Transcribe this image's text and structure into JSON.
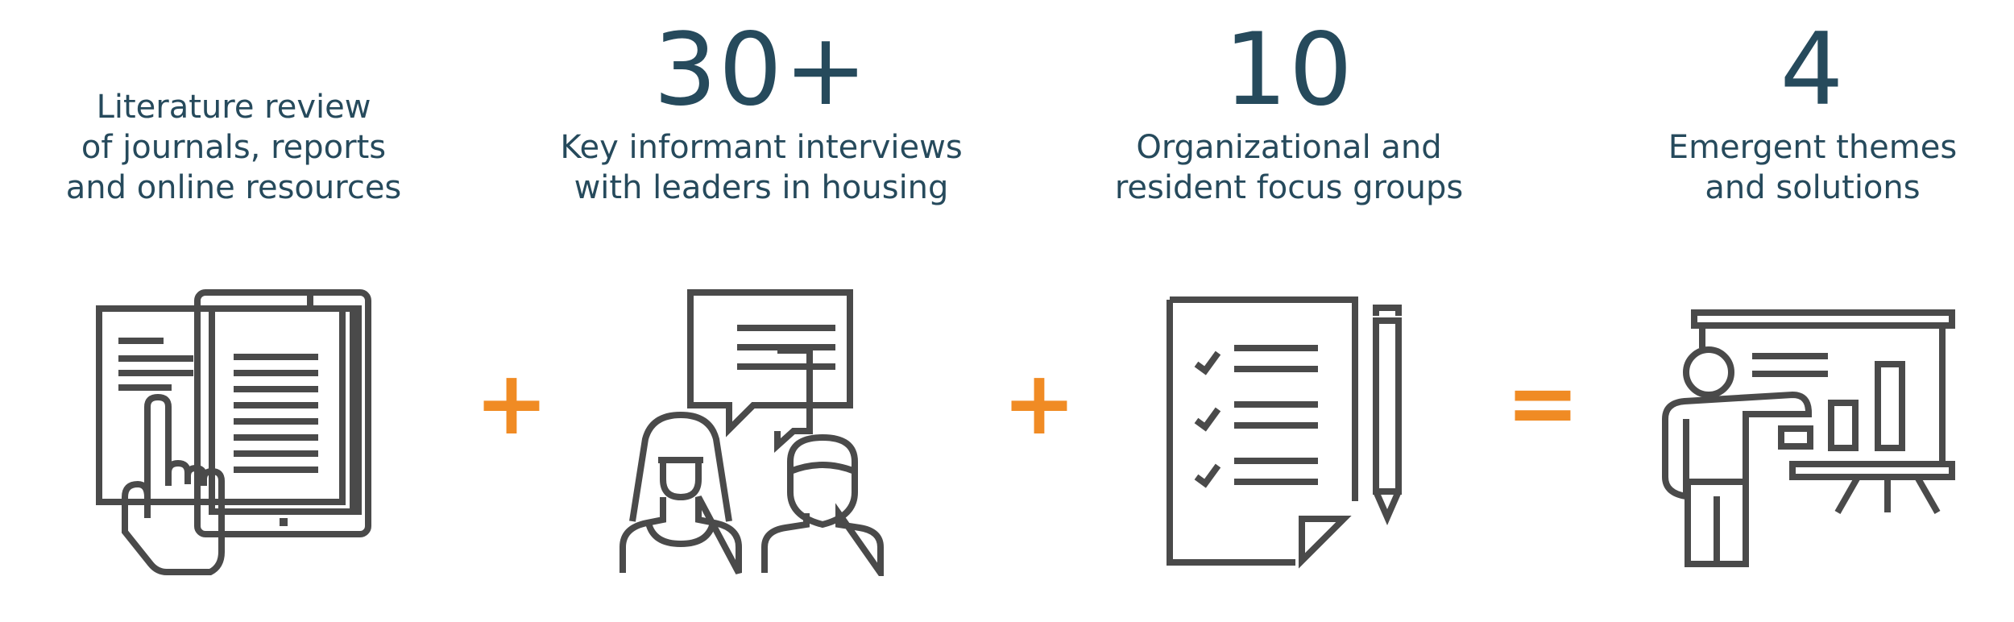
{
  "steps": [
    {
      "number": "",
      "caption": "Literature review\nof journals, reports\nand online resources",
      "icon": "book-tablet-hand-icon"
    },
    {
      "number": "30+",
      "caption": "Key informant interviews\nwith leaders in housing",
      "icon": "interview-people-icon"
    },
    {
      "number": "10",
      "caption": "Organizational and\nresident focus groups",
      "icon": "checklist-pencil-icon"
    },
    {
      "number": "4",
      "caption": "Emergent themes\nand solutions",
      "icon": "presenter-chart-icon"
    }
  ],
  "operators": [
    "+",
    "+",
    "="
  ],
  "colors": {
    "text": "#264a5c",
    "operator": "#f08b24",
    "icon_stroke": "#4a4a4a"
  }
}
